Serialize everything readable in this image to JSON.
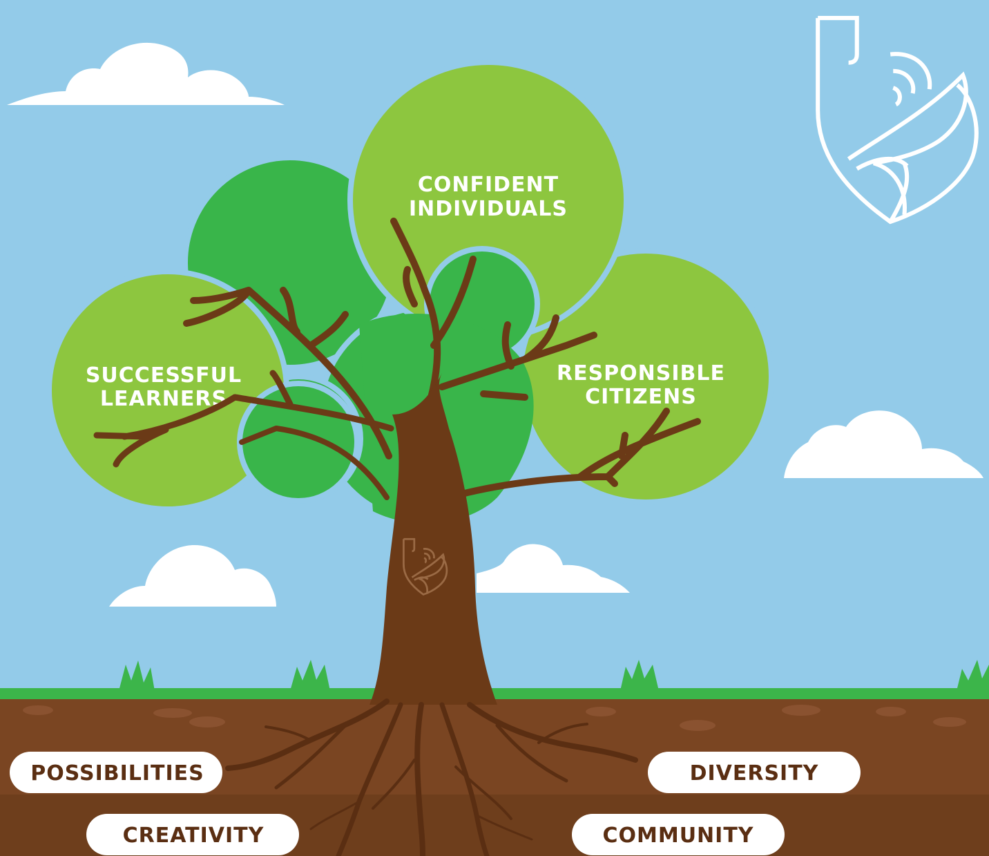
{
  "colors": {
    "sky": "#93cbe9",
    "light_green": "#8dc63f",
    "dark_green": "#39b54a",
    "trunk": "#6b3a17",
    "soil": "#7a4522",
    "grass": "#3cb54a",
    "pill_text": "#5a2e12",
    "white": "#ffffff"
  },
  "canopy": {
    "confident": [
      "CONFIDENT",
      "INDIVIDUALS"
    ],
    "successful": [
      "SUCCESSFUL",
      "LEARNERS"
    ],
    "responsible": [
      "RESPONSIBLE",
      "CITIZENS"
    ]
  },
  "roots": {
    "possibilities": "POSSIBILITIES",
    "creativity": "CREATIVITY",
    "diversity": "DIVERSITY",
    "community": "COMMUNITY"
  },
  "icons": {
    "logo": "shield-deer-icon",
    "trunk_logo": "shield-deer-icon"
  }
}
